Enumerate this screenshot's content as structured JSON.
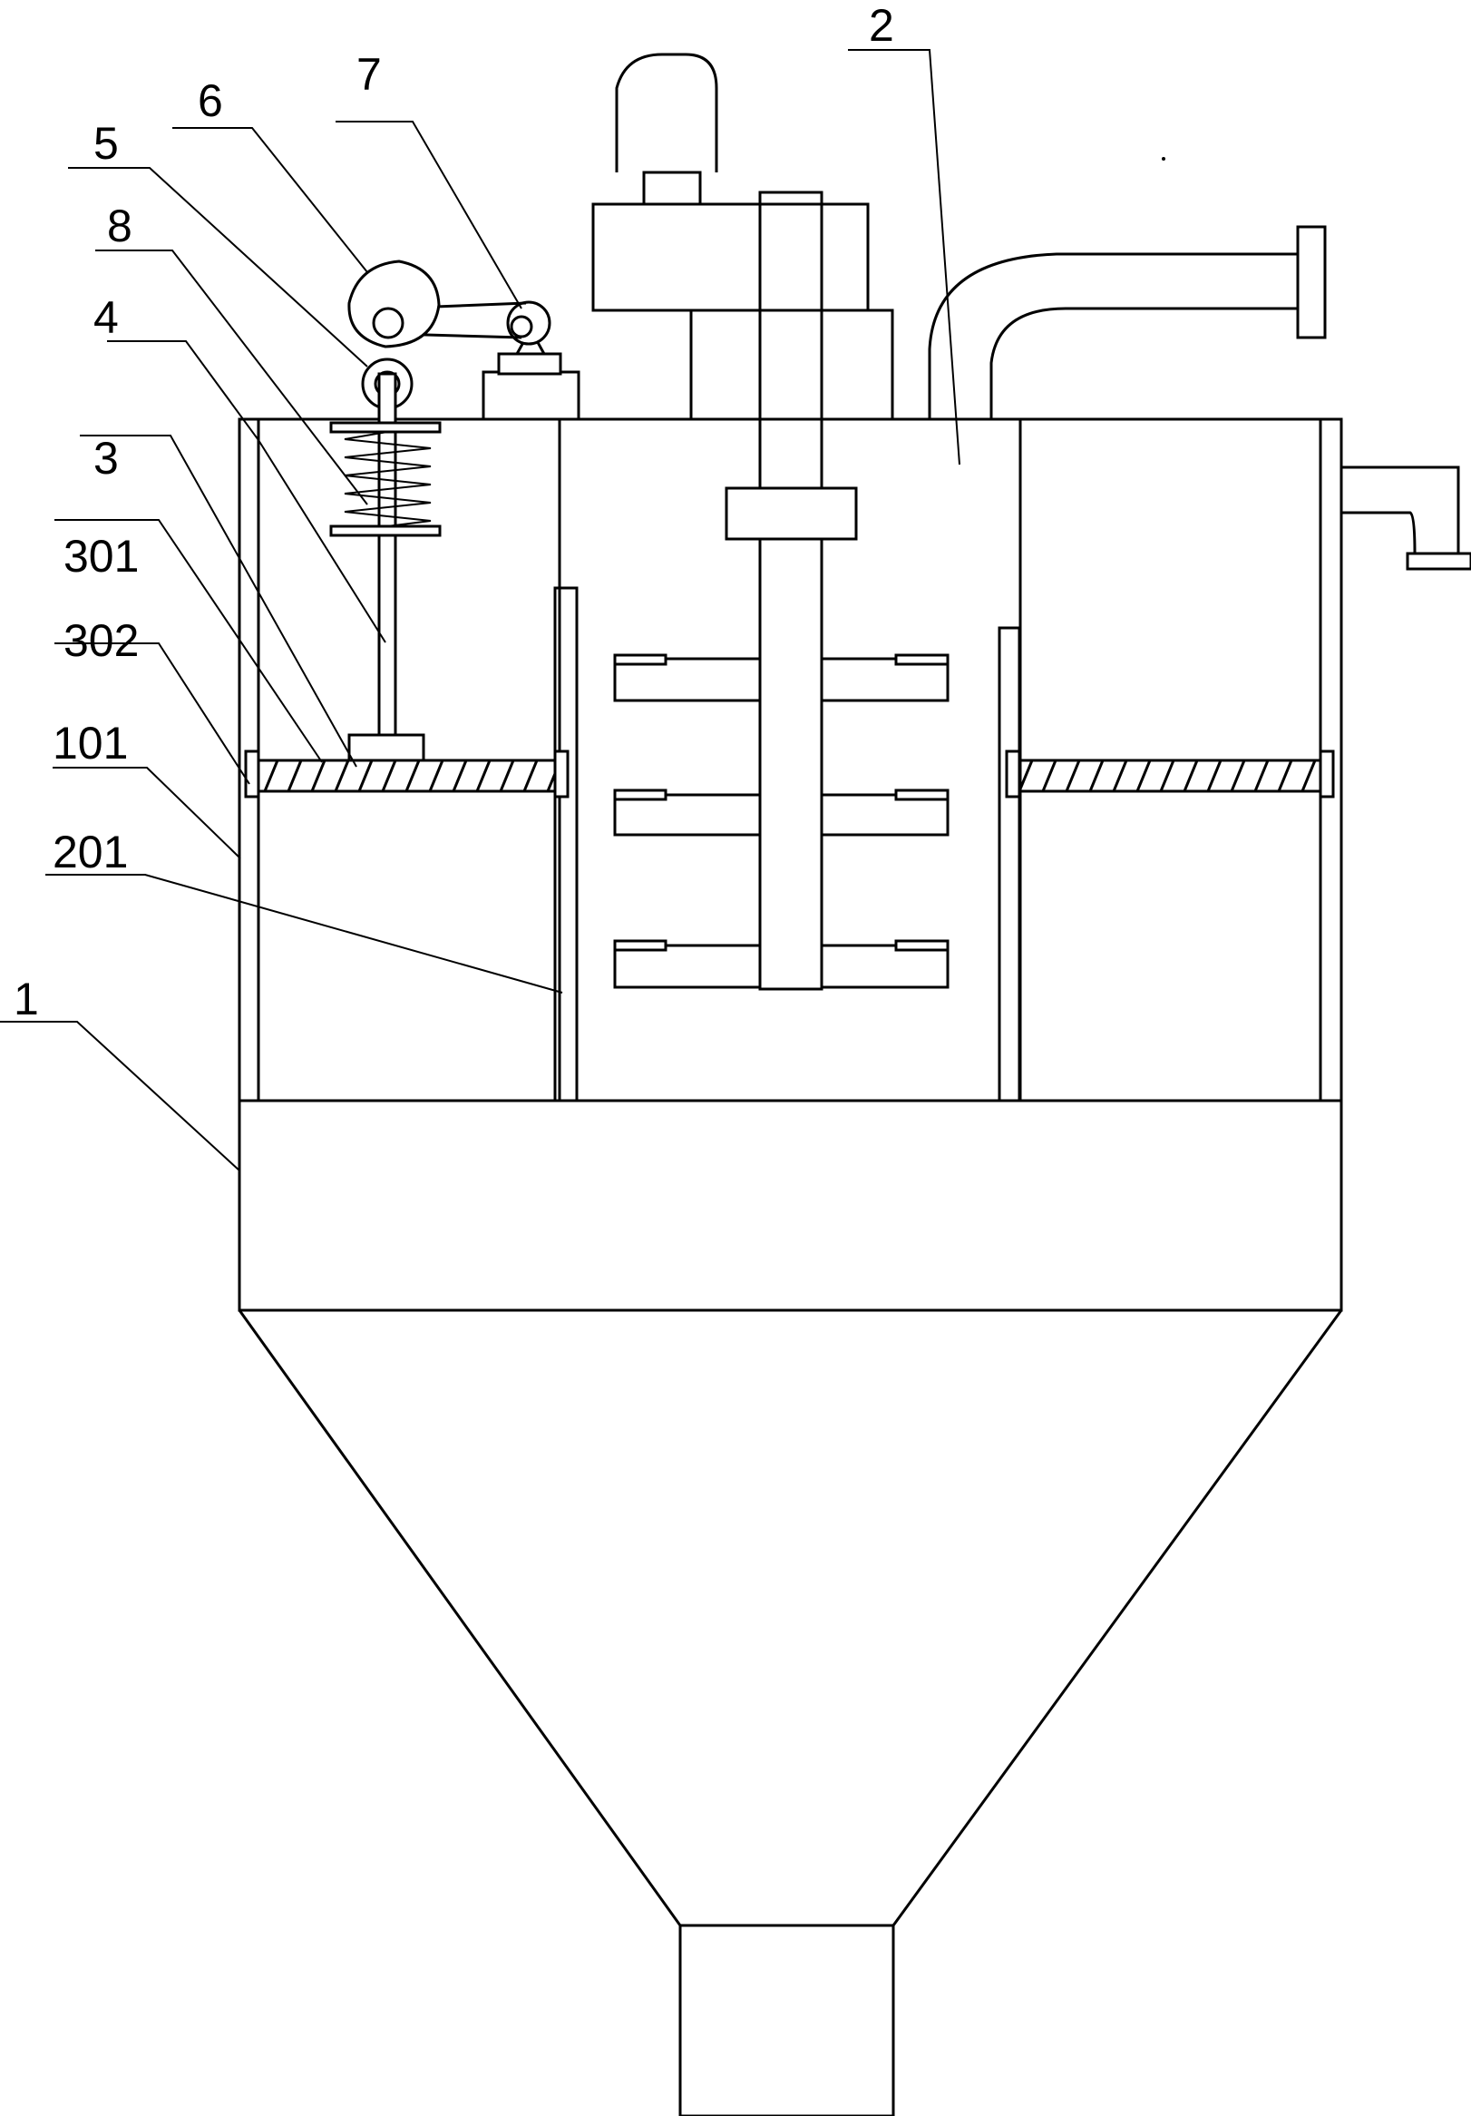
{
  "labels": {
    "l1": "1",
    "l2": "2",
    "l3": "3",
    "l4": "4",
    "l5": "5",
    "l6": "6",
    "l7": "7",
    "l8": "8",
    "l101": "101",
    "l201": "201",
    "l301": "301",
    "l302": "302"
  }
}
